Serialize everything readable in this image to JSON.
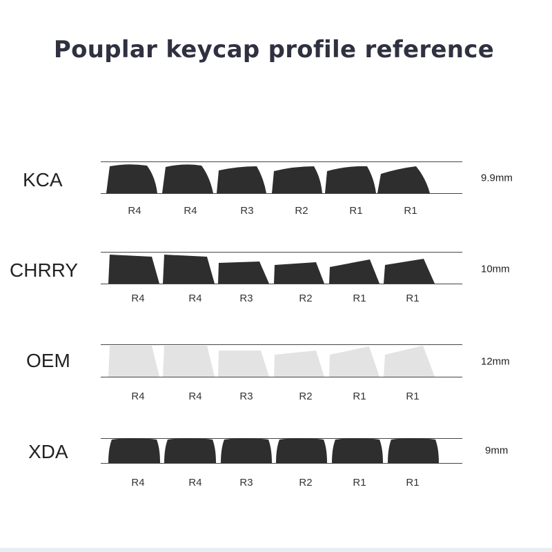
{
  "title": "Pouplar keycap profile reference",
  "colors": {
    "dark_key": "#2e2e2e",
    "light_key": "#e3e3e3"
  },
  "profiles": [
    {
      "name": "KCA",
      "height": "9.9mm",
      "rows": [
        "R4",
        "R4",
        "R3",
        "R2",
        "R1",
        "R1"
      ],
      "shape": "kca-icon"
    },
    {
      "name": "CHRRY",
      "height": "10mm",
      "rows": [
        "R4",
        "R4",
        "R3",
        "R2",
        "R1",
        "R1"
      ],
      "shape": "cherry-icon"
    },
    {
      "name": "OEM",
      "height": "12mm",
      "rows": [
        "R4",
        "R4",
        "R3",
        "R2",
        "R1",
        "R1"
      ],
      "shape": "oem-icon"
    },
    {
      "name": "XDA",
      "height": "9mm",
      "rows": [
        "R4",
        "R4",
        "R3",
        "R2",
        "R1",
        "R1"
      ],
      "shape": "xda-icon"
    }
  ]
}
